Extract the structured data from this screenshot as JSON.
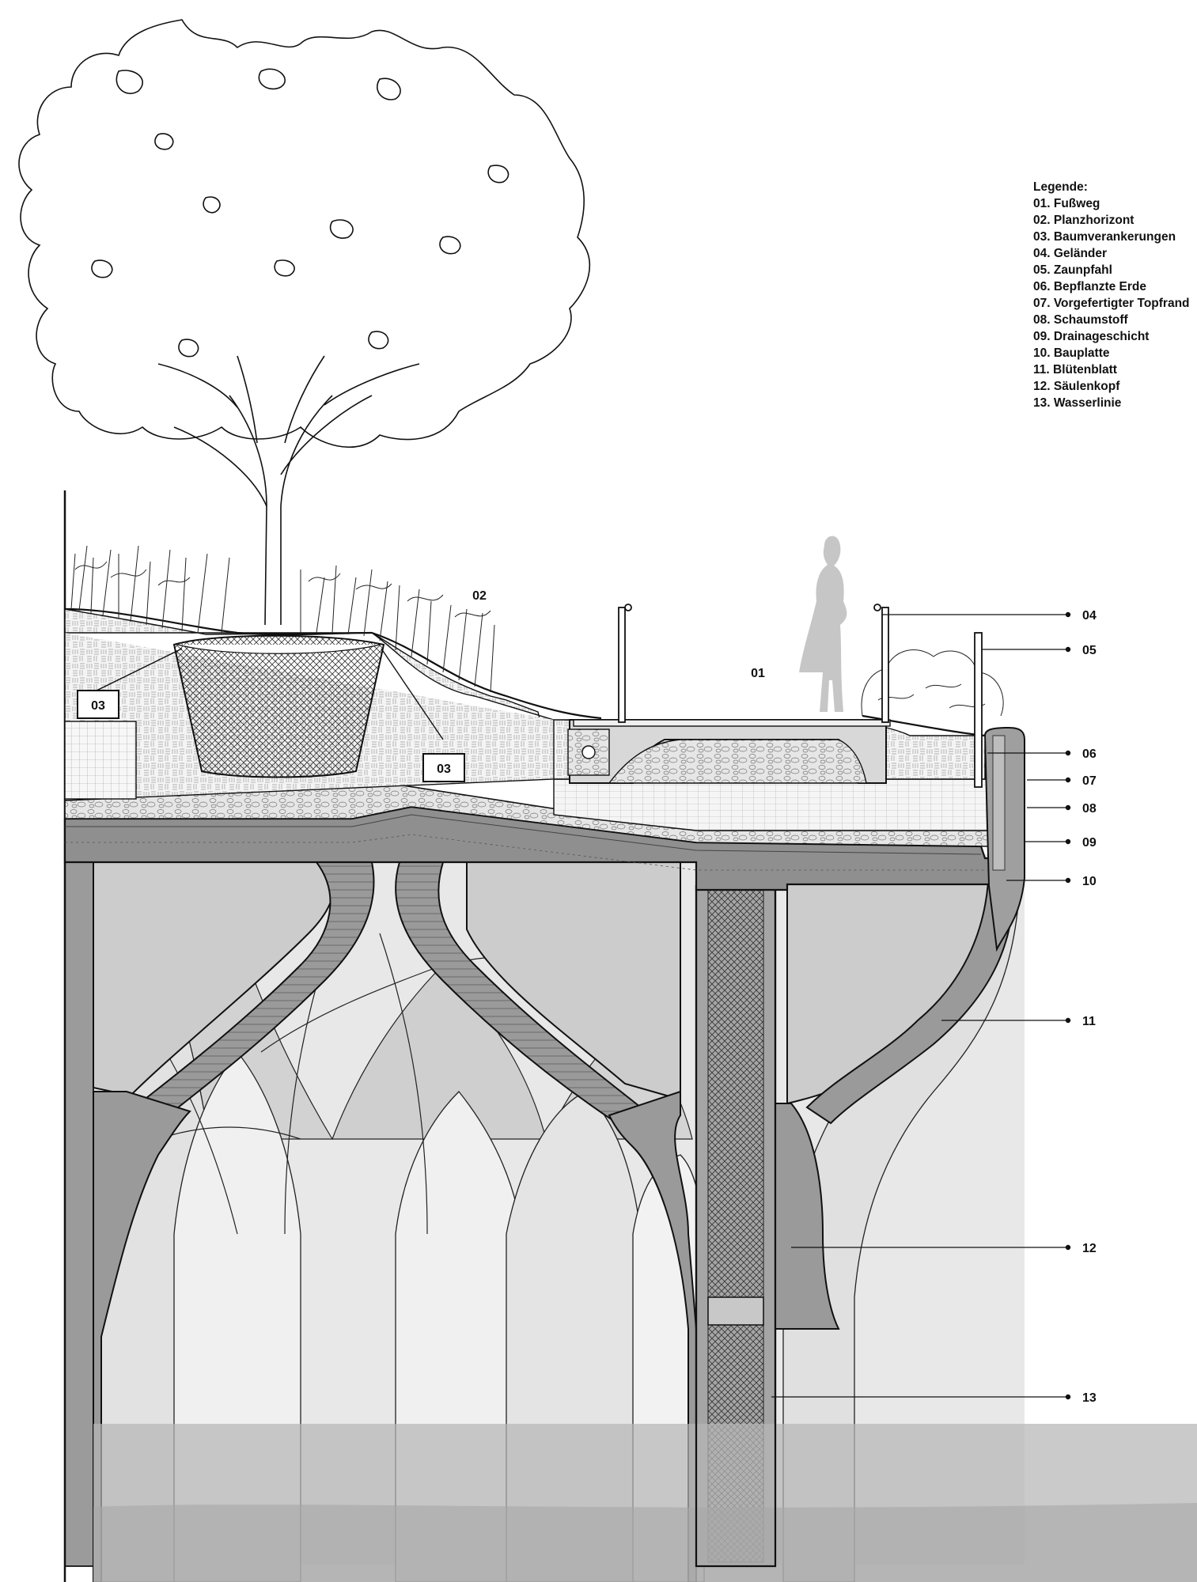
{
  "legend": {
    "title": "Legende:",
    "items": [
      "01. Fußweg",
      "02. Planzhorizont",
      "03. Baumverankerungen",
      "04. Geländer",
      "05. Zaunpfahl",
      "06. Bepflanzte Erde",
      "07. Vorgefertigter Topfrand",
      "08. Schaumstoff",
      "09. Drainageschicht",
      "10. Bauplatte",
      "11. Blütenblatt",
      "12. Säulenkopf",
      "13. Wasserlinie"
    ]
  },
  "labels": {
    "footpath": "01",
    "plant_horizon": "02",
    "anchor_left": "03",
    "anchor_right": "03"
  },
  "callouts": [
    "04",
    "05",
    "06",
    "07",
    "08",
    "09",
    "10",
    "11",
    "12",
    "13"
  ],
  "colors": {
    "line": "#1a1a1a",
    "concrete_dark": "#8c8c8c",
    "concrete_mid": "#b3b3b3",
    "vault_light": "#dcdcdc",
    "water": "#b8b8b8",
    "person": "#c8c8c8"
  }
}
